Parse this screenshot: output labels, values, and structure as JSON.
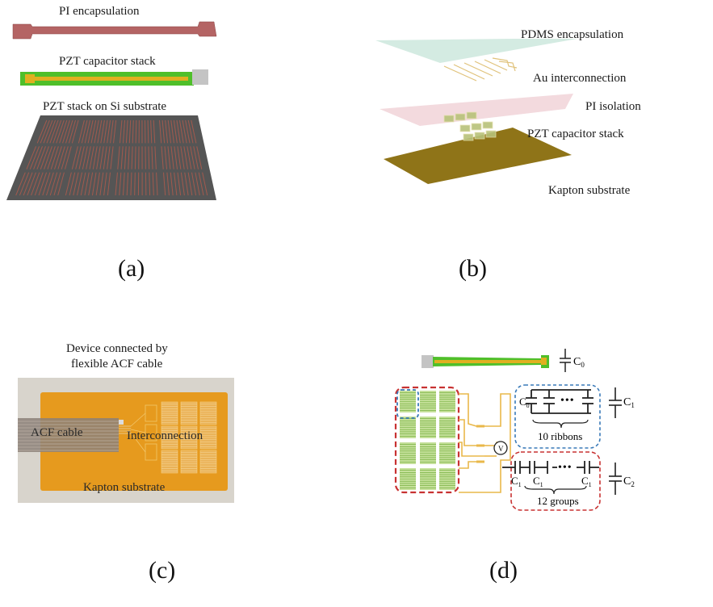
{
  "figure": {
    "panels": [
      {
        "id": "a",
        "label": "(a)",
        "layers": [
          "PI encapsulation",
          "PZT capacitor stack",
          "PZT stack on Si substrate"
        ],
        "array": {
          "rows": 3,
          "cols": 4
        }
      },
      {
        "id": "b",
        "label": "(b)",
        "layers": [
          "PDMS encapsulation",
          "Au interconnection",
          "PI isolation",
          "PZT capacitor stack",
          "Kapton substrate"
        ]
      },
      {
        "id": "c",
        "label": "(c)",
        "title_line1": "Device connected by",
        "title_line2": "flexible ACF cable",
        "annotations": [
          "ACF cable",
          "Interconnection",
          "Kapton substrate"
        ]
      },
      {
        "id": "d",
        "label": "(d)",
        "c0": "C",
        "c0_sub": "0",
        "c1": "C",
        "c1_sub": "1",
        "c2": "C",
        "c2_sub": "2",
        "dots": "•••",
        "ribbons_text": "10 ribbons",
        "groups_text": "12 groups",
        "voltmeter": "V"
      }
    ],
    "colors": {
      "pi_encapsulation": "#b46464",
      "pzt_green": "#4fbf2a",
      "pzt_yellow": "#e0b020",
      "pad_gray": "#c4c4c4",
      "si_substrate": "#555555",
      "pzt_lines": "#a25a4e",
      "pdms": "#cfe9df",
      "pi_isolation": "#f3dade",
      "kapton_model": "#8f7418",
      "kapton_photo": "#e69a1e",
      "photo_bg": "#d8d4cc",
      "dashed_red": "#c83232",
      "dashed_blue": "#3a7ab8",
      "interconnect_gold": "#e9b84a"
    }
  }
}
